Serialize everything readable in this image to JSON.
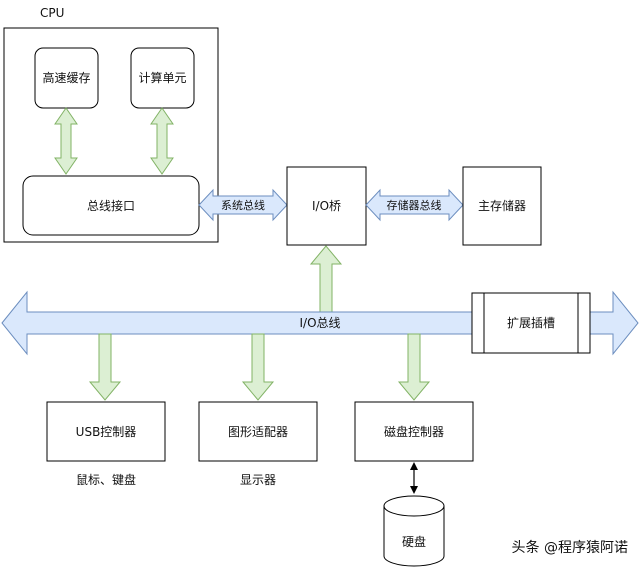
{
  "diagram": {
    "cpu_label": "CPU",
    "nodes": {
      "cache": "高速缓存",
      "alu": "计算单元",
      "bus_interface": "总线接口",
      "io_bridge": "I/O桥",
      "main_memory": "主存储器",
      "expansion_slot": "扩展插槽",
      "usb_controller": "USB控制器",
      "graphics_adapter": "图形适配器",
      "disk_controller": "磁盘控制器",
      "disk": "硬盘"
    },
    "buses": {
      "system_bus": "系统总线",
      "memory_bus": "存储器总线",
      "io_bus": "I/O总线"
    },
    "captions": {
      "usb_devices": "鼠标、键盘",
      "display": "显示器"
    },
    "watermark": "头条 @程序猿阿诺",
    "colors": {
      "green_arrow_fill": "#dcefd3",
      "green_arrow_stroke": "#82b366",
      "blue_arrow_fill": "#dae8fc",
      "blue_arrow_stroke": "#6c8ebf",
      "box_stroke": "#000000"
    }
  }
}
